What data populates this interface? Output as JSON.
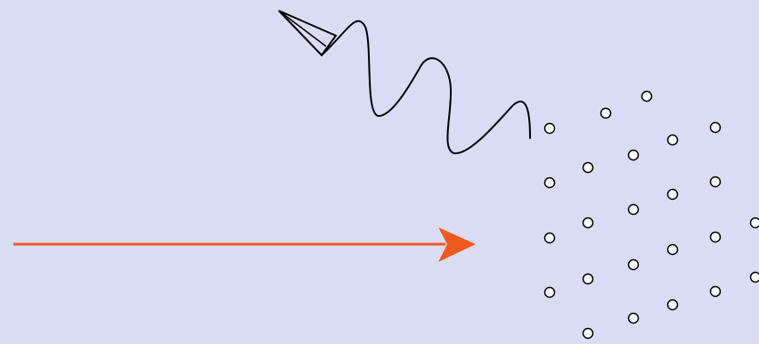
{
  "diagram": {
    "background_color": "#dadcf6",
    "stroke_color": "#000000",
    "particle_fill": "#ffffff",
    "arrow_color": "#f05a1f",
    "elements": {
      "wavy_line": "wavy-line",
      "arrowhead": "triangular-arrowhead",
      "straight_arrow": "straight-arrow",
      "particles": "small-circles"
    }
  }
}
